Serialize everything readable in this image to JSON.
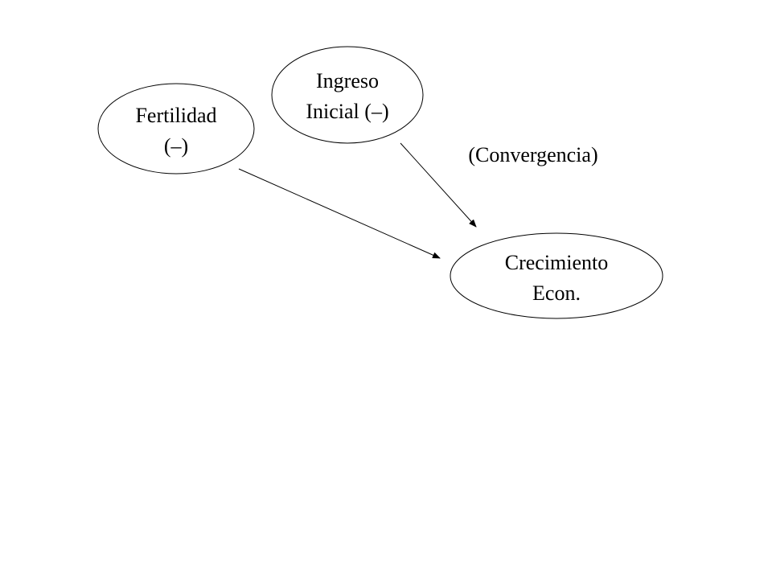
{
  "nodes": {
    "fertilidad": {
      "line1": "Fertilidad",
      "line2": "(–)"
    },
    "ingreso": {
      "line1": "Ingreso",
      "line2": "Inicial (–)"
    },
    "crecimiento": {
      "line1": "Crecimiento",
      "line2": "Econ."
    }
  },
  "annotations": {
    "convergencia": "(Convergencia)"
  },
  "edges": [
    {
      "from": "fertilidad",
      "to": "crecimiento"
    },
    {
      "from": "ingreso",
      "to": "crecimiento"
    }
  ],
  "colors": {
    "stroke": "#000000",
    "background": "#ffffff"
  }
}
